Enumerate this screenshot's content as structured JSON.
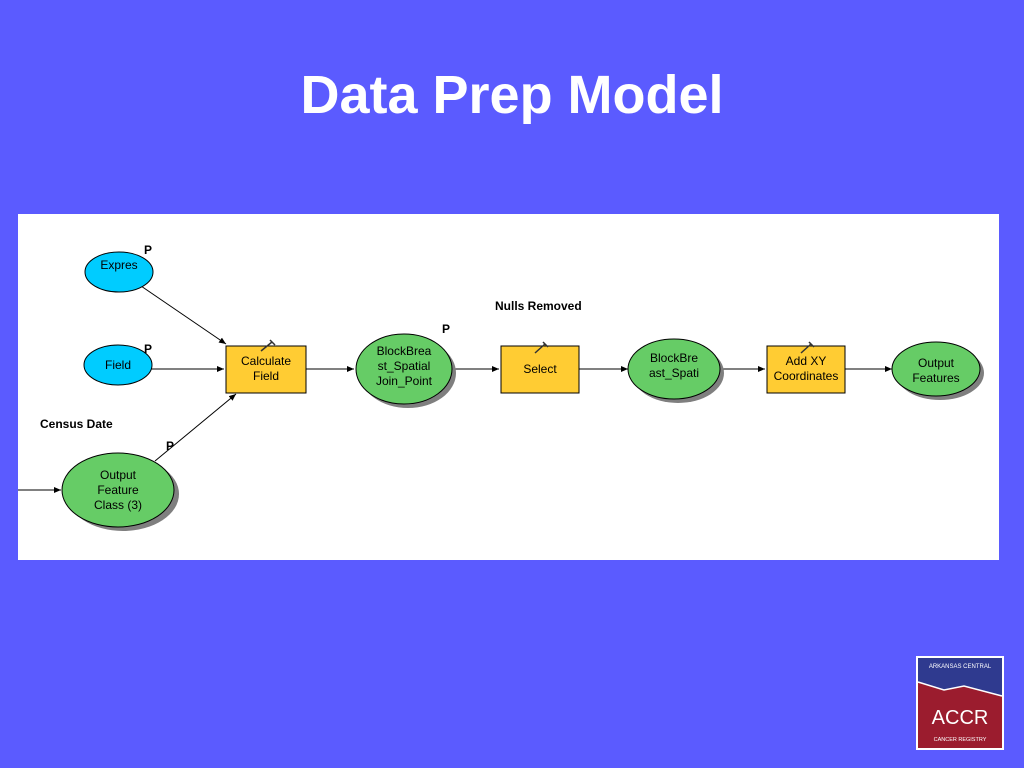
{
  "slide": {
    "title": "Data Prep Model"
  },
  "model": {
    "param_marker": "P",
    "nodes": {
      "expres": "Expres",
      "field": "Field",
      "calculate_field": [
        "Calculate",
        "Field"
      ],
      "blockbreast_spatial_join_point": [
        "BlockBrea",
        "st_Spatial",
        "Join_Point"
      ],
      "select": "Select",
      "blockbreast_spati": [
        "BlockBre",
        "ast_Spati"
      ],
      "add_xy_coordinates": [
        "Add XY",
        "Coordinates"
      ],
      "output_features": [
        "Output",
        "Features"
      ],
      "output_feature_class_3": [
        "Output",
        "Feature",
        "Class (3)"
      ]
    },
    "labels": {
      "nulls_removed": "Nulls Removed",
      "census_date": "Census Date"
    }
  },
  "logo": {
    "top_text": "ARKANSAS CENTRAL",
    "acronym": "ACCR",
    "bottom_text": "CANCER REGISTRY"
  },
  "colors": {
    "background": "#5b5bff",
    "input_ellipse": "#00ccff",
    "tool_box": "#ffcc33",
    "output_ellipse": "#66cc66",
    "logo_red": "#9b1c2e"
  }
}
